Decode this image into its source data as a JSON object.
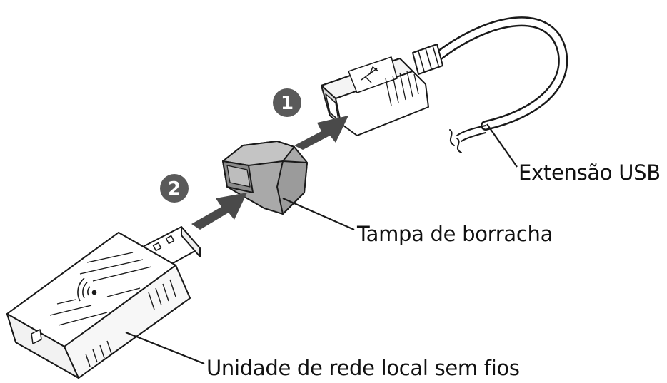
{
  "labels": {
    "usb_extension": "Extensão USB",
    "rubber_cap": "Tampa de borracha",
    "wireless_lan_unit": "Unidade de rede local sem fios"
  },
  "steps": [
    {
      "number": "1"
    },
    {
      "number": "2"
    }
  ],
  "colors": {
    "line": "#1a1a1a",
    "step_badge": "#5a5a5a",
    "arrow": "#4a4a4a",
    "cap_fill": "#a9a9a9",
    "cap_shade": "#8a8a8a"
  }
}
